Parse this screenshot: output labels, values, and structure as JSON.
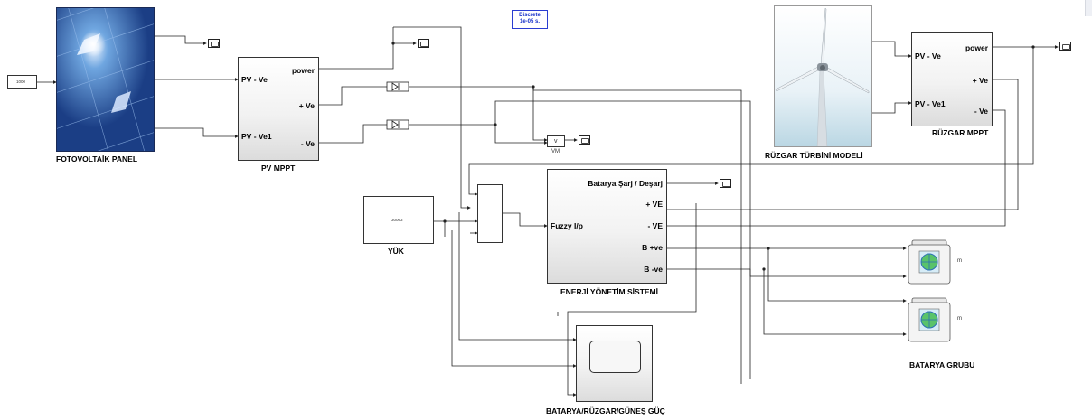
{
  "diagram": {
    "powergui": {
      "line1": "Discrete",
      "line2": "1e-05 s."
    },
    "constant_value": "1000",
    "pv_panel": {
      "title": "FOTOVOLTAİK PANEL"
    },
    "pv_mppt": {
      "title": "PV MPPT",
      "in_ports": [
        "PV - Ve",
        "PV - Ve1"
      ],
      "out_ports": [
        "power",
        "+ Ve",
        "- Ve"
      ]
    },
    "voltmeter": {
      "label": "VM",
      "glyph": "v"
    },
    "load": {
      "title": "YÜK",
      "value": "300e3"
    },
    "ems": {
      "title": "ENERJİ YÖNETİM SİSTEMİ",
      "in_port": "Fuzzy I/p",
      "out_ports": [
        "Batarya Şarj / Deşarj",
        "+ VE",
        "- VE",
        "B +ve",
        "B -ve"
      ]
    },
    "wind_turbine": {
      "title": "RÜZGAR TÜRBİNİ MODELİ"
    },
    "wind_mppt": {
      "title": "RÜZGAR MPPT",
      "in_ports": [
        "PV - Ve",
        "PV - Ve1"
      ],
      "out_ports": [
        "power",
        "+ Ve",
        "- Ve"
      ]
    },
    "battery_group": {
      "title": "BATARYA GRUBU",
      "port_glyph": "m"
    },
    "power_scope": {
      "title": "BATARYA/RÜZGAR/GÜNEŞ GÜÇ"
    }
  }
}
